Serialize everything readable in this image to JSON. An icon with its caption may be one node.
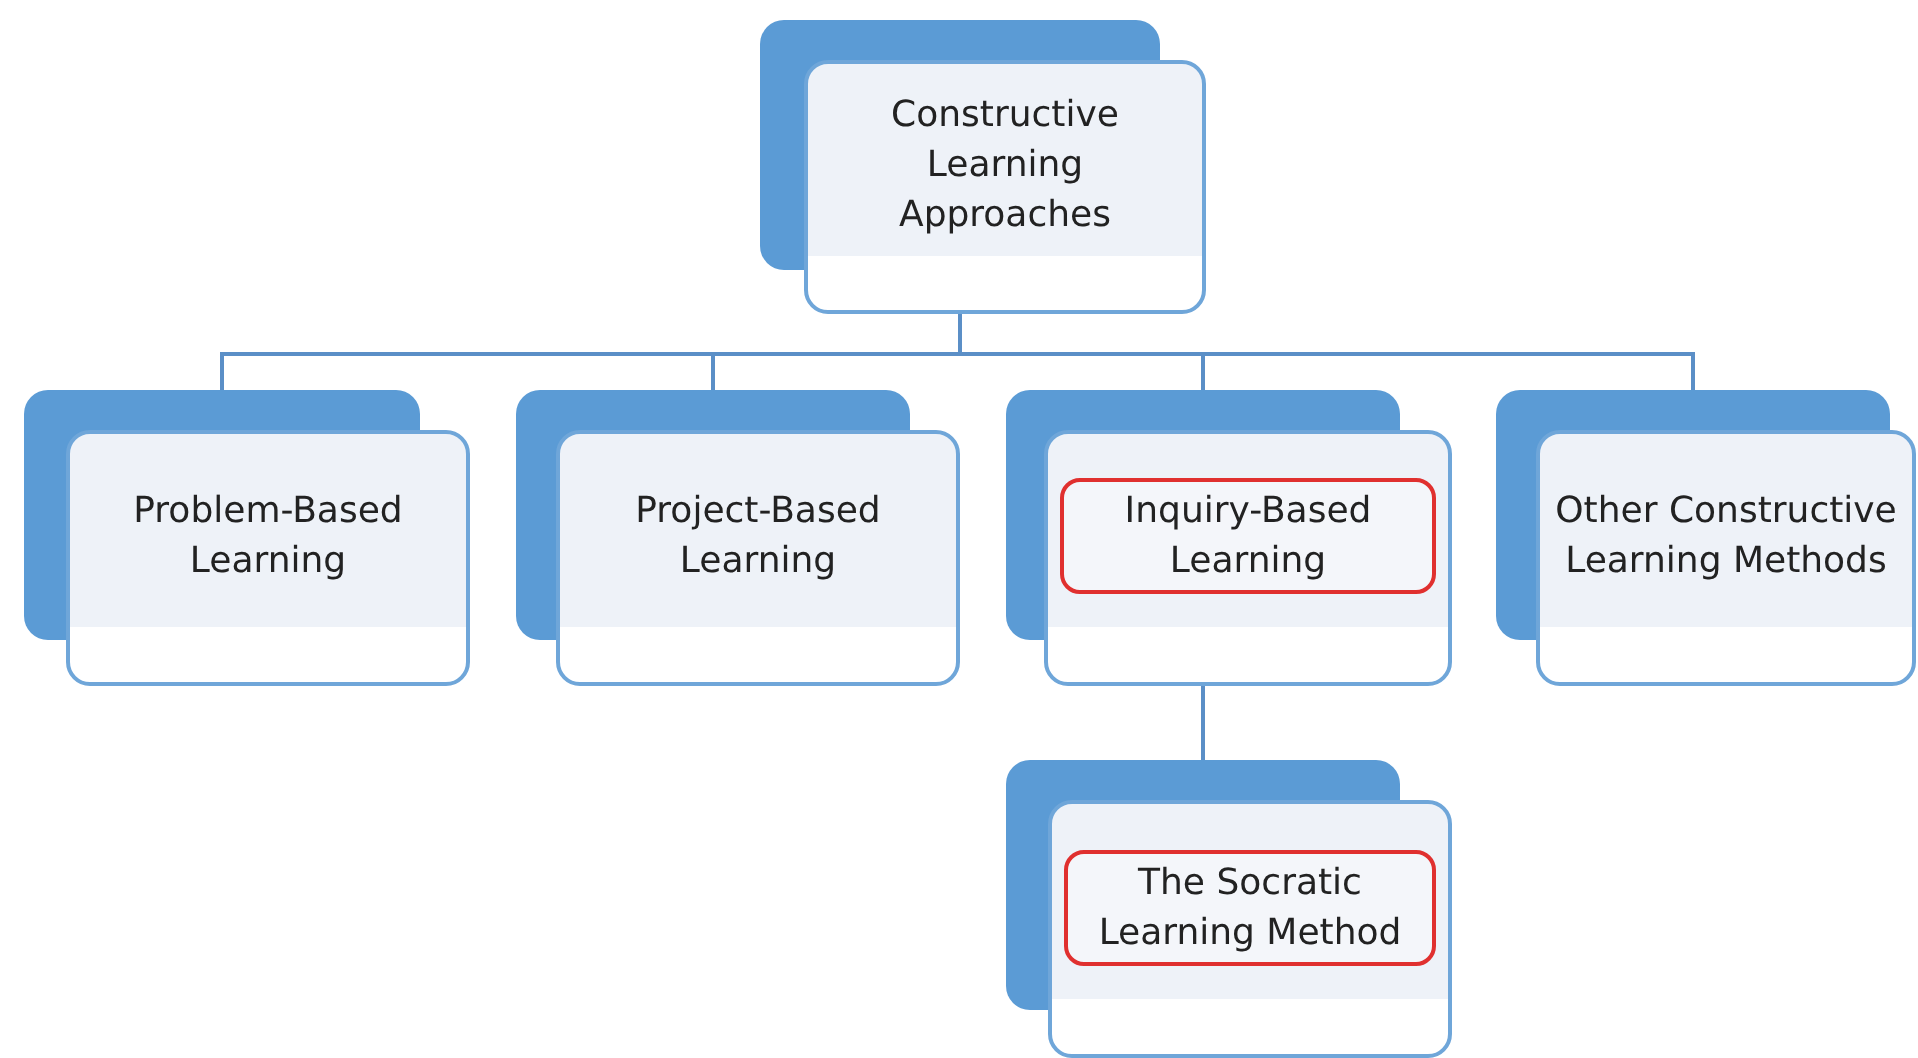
{
  "diagram": {
    "nodes": [
      {
        "text": [
          "Constructive Learning Approaches"
        ]
      },
      {
        "text": [
          "Problem-Based Learning"
        ]
      },
      {
        "text": [
          "Project-Based Learning"
        ]
      },
      {
        "text": [],
        "shape": "box"
      },
      {
        "text": [
          "Inquiry-Based Learning"
        ],
        "in": 3
      },
      {
        "text": [
          "Other Constructive Learning Methods"
        ]
      },
      {
        "text": [],
        "shape": "box"
      },
      {
        "text": [
          "The Socratic Learning Method"
        ],
        "in": 6
      }
    ],
    "edges": [
      {
        "from": 0,
        "to": 1,
        "arrow": "none"
      },
      {
        "from": 0,
        "to": 2,
        "arrow": "none"
      },
      {
        "from": 0,
        "to": 3,
        "arrow": "none"
      },
      {
        "from": 0,
        "to": 5,
        "arrow": "none"
      },
      {
        "from": 3,
        "to": 6,
        "arrow": "none"
      }
    ]
  }
}
